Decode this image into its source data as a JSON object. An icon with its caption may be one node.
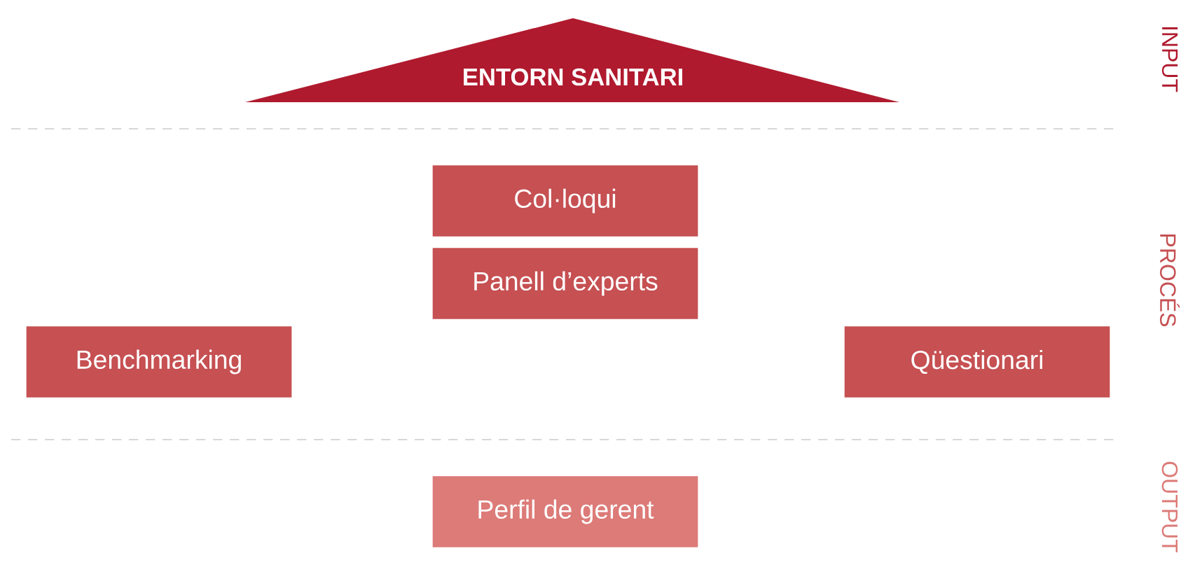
{
  "diagram": {
    "nodes": [
      {
        "text": [
          "ENTORN SANITARI"
        ]
      },
      {
        "text": [
          "Col·loqui"
        ]
      },
      {
        "text": [
          "Panell d’experts"
        ]
      },
      {
        "text": [
          "Benchmarking"
        ]
      },
      {
        "text": [
          "Qüestionari"
        ]
      },
      {
        "text": [
          "Perfil de gerent"
        ]
      }
    ],
    "labels": [
      "INPUT",
      "PROCÉS",
      "OUTPUT"
    ]
  }
}
